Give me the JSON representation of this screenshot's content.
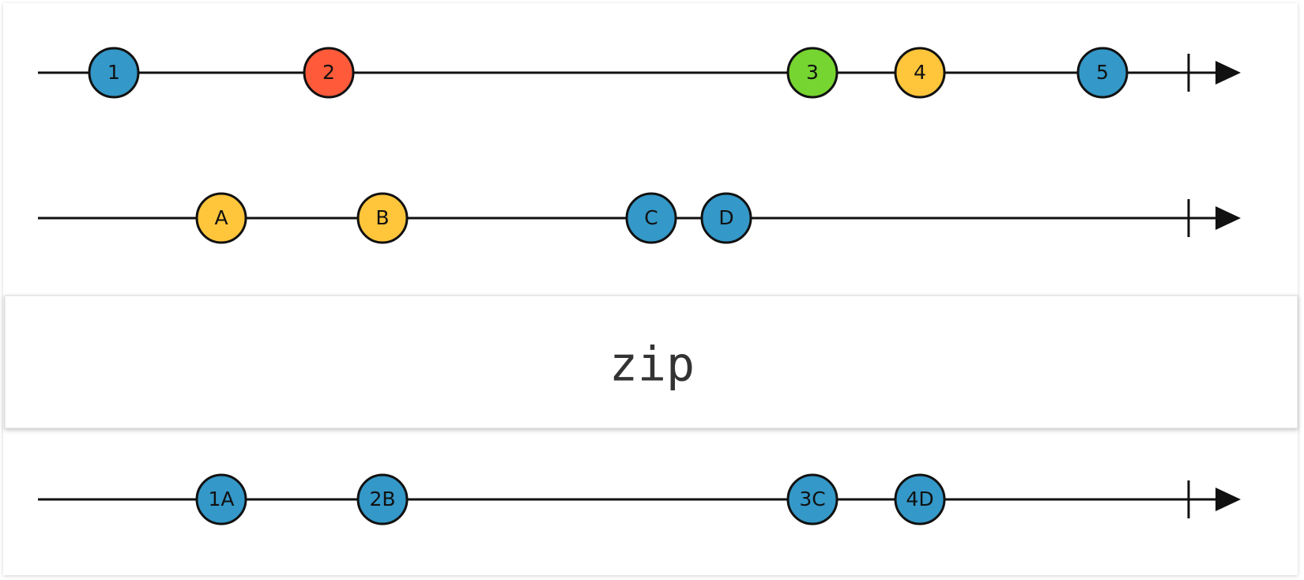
{
  "diagram": {
    "operator": "zip",
    "colors": {
      "blue": "#3498c8",
      "red": "#ff5b3a",
      "green": "#76d531",
      "yellow": "#ffc53b",
      "stroke": "#111111",
      "operator_box": "#ffffff",
      "operator_border": "#d8d8d8"
    },
    "input_streams": [
      {
        "marbles": [
          {
            "label": "1",
            "color": "blue"
          },
          {
            "label": "2",
            "color": "red"
          },
          {
            "label": "3",
            "color": "green"
          },
          {
            "label": "4",
            "color": "yellow"
          },
          {
            "label": "5",
            "color": "blue"
          }
        ],
        "completed": true
      },
      {
        "marbles": [
          {
            "label": "A",
            "color": "yellow"
          },
          {
            "label": "B",
            "color": "yellow"
          },
          {
            "label": "C",
            "color": "blue"
          },
          {
            "label": "D",
            "color": "blue"
          }
        ],
        "completed": true
      }
    ],
    "output_stream": {
      "marbles": [
        {
          "label": "1A",
          "color": "blue"
        },
        {
          "label": "2B",
          "color": "blue"
        },
        {
          "label": "3C",
          "color": "blue"
        },
        {
          "label": "4D",
          "color": "blue"
        }
      ],
      "completed": true
    }
  }
}
